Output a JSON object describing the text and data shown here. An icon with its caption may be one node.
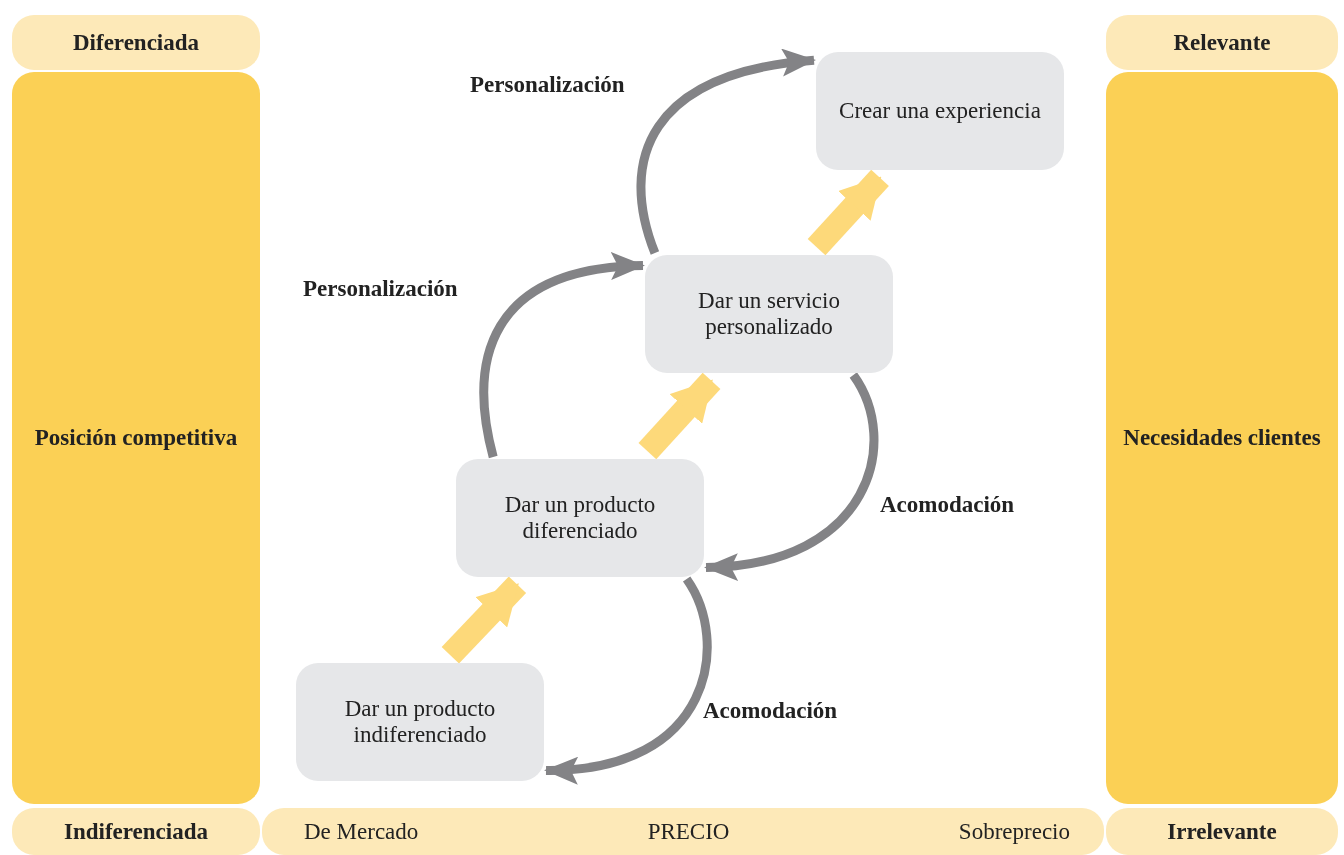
{
  "diagram": {
    "nodes": [
      {
        "text": [
          "Diferenciada"
        ]
      },
      {
        "text": [
          "Relevante"
        ]
      },
      {
        "text": [
          "Posición competitiva"
        ]
      },
      {
        "text": [
          "Necesidades clientes"
        ]
      },
      {
        "text": [
          "Crear una experiencia"
        ]
      },
      {
        "text": [
          "Dar un servicio personalizado"
        ]
      },
      {
        "text": [
          "Dar un producto diferenciado"
        ]
      },
      {
        "text": [
          "Dar un producto indiferenciado"
        ]
      },
      {
        "text": [
          "Indiferenciada"
        ]
      },
      {
        "text": [
          "De Mercado",
          "PRECIO",
          "Sobreprecio"
        ]
      },
      {
        "text": [
          "Irrelevante"
        ]
      }
    ],
    "edges": [
      {
        "from": 7,
        "to": 6,
        "arrow": "to",
        "style": "thick",
        "color": "#fdd97a"
      },
      {
        "from": 6,
        "to": 5,
        "arrow": "to",
        "style": "thick",
        "color": "#fdd97a"
      },
      {
        "from": 5,
        "to": 4,
        "arrow": "to",
        "style": "thick",
        "color": "#fdd97a"
      },
      {
        "from": 5,
        "to": 4,
        "arrow": "to",
        "label": "Personalización"
      },
      {
        "from": 6,
        "to": 5,
        "arrow": "to",
        "label": "Personalización"
      },
      {
        "from": 5,
        "to": 6,
        "arrow": "to",
        "label": "Acomodación"
      },
      {
        "from": 6,
        "to": 7,
        "arrow": "to",
        "label": "Acomodación"
      }
    ]
  }
}
